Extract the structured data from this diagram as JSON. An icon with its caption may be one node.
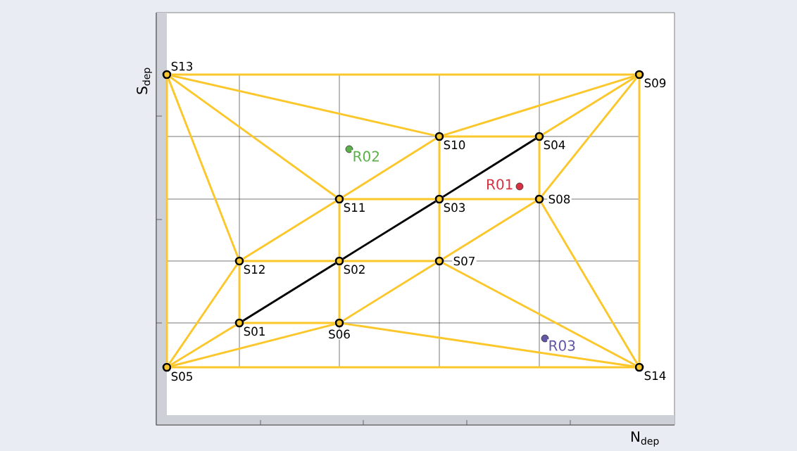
{
  "diagram": {
    "nodes": [
      {
        "text": [
          "S13"
        ]
      },
      {
        "text": [
          "S09"
        ]
      },
      {
        "text": [
          "S10"
        ]
      },
      {
        "text": [
          "S04"
        ]
      },
      {
        "text": [
          "R02"
        ]
      },
      {
        "text": [
          "R01"
        ]
      },
      {
        "text": [
          "S11"
        ]
      },
      {
        "text": [
          "S03"
        ]
      },
      {
        "text": [
          "S08"
        ]
      },
      {
        "text": [
          "S12"
        ]
      },
      {
        "text": [
          "S02"
        ]
      },
      {
        "text": [
          "S07"
        ]
      },
      {
        "text": [
          "S01"
        ]
      },
      {
        "text": [
          "S06"
        ]
      },
      {
        "text": [
          "R03"
        ]
      },
      {
        "text": [
          "S05"
        ]
      },
      {
        "text": [
          "S14"
        ]
      }
    ],
    "edges": [
      {
        "from": 0,
        "to": 1,
        "arrow": "none"
      },
      {
        "from": 0,
        "to": 15,
        "arrow": "none"
      },
      {
        "from": 1,
        "to": 16,
        "arrow": "none"
      },
      {
        "from": 15,
        "to": 16,
        "arrow": "none"
      },
      {
        "from": 0,
        "to": 2,
        "arrow": "none"
      },
      {
        "from": 0,
        "to": 6,
        "arrow": "none"
      },
      {
        "from": 0,
        "to": 9,
        "arrow": "none"
      },
      {
        "from": 1,
        "to": 2,
        "arrow": "none"
      },
      {
        "from": 1,
        "to": 3,
        "arrow": "none"
      },
      {
        "from": 1,
        "to": 8,
        "arrow": "none"
      },
      {
        "from": 2,
        "to": 3,
        "arrow": "none"
      },
      {
        "from": 2,
        "to": 6,
        "arrow": "none"
      },
      {
        "from": 2,
        "to": 7,
        "arrow": "none"
      },
      {
        "from": 3,
        "to": 8,
        "arrow": "none"
      },
      {
        "from": 6,
        "to": 7,
        "arrow": "none"
      },
      {
        "from": 6,
        "to": 9,
        "arrow": "none"
      },
      {
        "from": 6,
        "to": 10,
        "arrow": "none"
      },
      {
        "from": 7,
        "to": 8,
        "arrow": "none"
      },
      {
        "from": 7,
        "to": 11,
        "arrow": "none"
      },
      {
        "from": 8,
        "to": 11,
        "arrow": "none"
      },
      {
        "from": 8,
        "to": 16,
        "arrow": "none"
      },
      {
        "from": 9,
        "to": 10,
        "arrow": "none"
      },
      {
        "from": 9,
        "to": 12,
        "arrow": "none"
      },
      {
        "from": 9,
        "to": 15,
        "arrow": "none"
      },
      {
        "from": 10,
        "to": 11,
        "arrow": "none"
      },
      {
        "from": 10,
        "to": 13,
        "arrow": "none"
      },
      {
        "from": 11,
        "to": 13,
        "arrow": "none"
      },
      {
        "from": 11,
        "to": 16,
        "arrow": "none"
      },
      {
        "from": 12,
        "to": 13,
        "arrow": "none"
      },
      {
        "from": 12,
        "to": 15,
        "arrow": "none"
      },
      {
        "from": 13,
        "to": 15,
        "arrow": "none"
      },
      {
        "from": 13,
        "to": 16,
        "arrow": "none"
      },
      {
        "from": 12,
        "to": 10,
        "arrow": "none",
        "color": "#000000"
      },
      {
        "from": 10,
        "to": 7,
        "arrow": "none",
        "color": "#000000"
      },
      {
        "from": 7,
        "to": 3,
        "arrow": "none",
        "color": "#000000"
      }
    ],
    "labels": [
      "S$_{dep}$",
      "N$_{dep}$"
    ]
  }
}
